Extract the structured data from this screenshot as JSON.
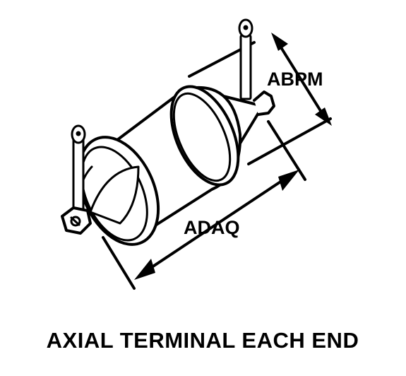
{
  "labels": {
    "diameter_dimension": "ABPM",
    "length_dimension": "ADAQ"
  },
  "caption": "AXIAL TERMINAL EACH END",
  "colors": {
    "line": "#000000",
    "background": "#ffffff"
  }
}
